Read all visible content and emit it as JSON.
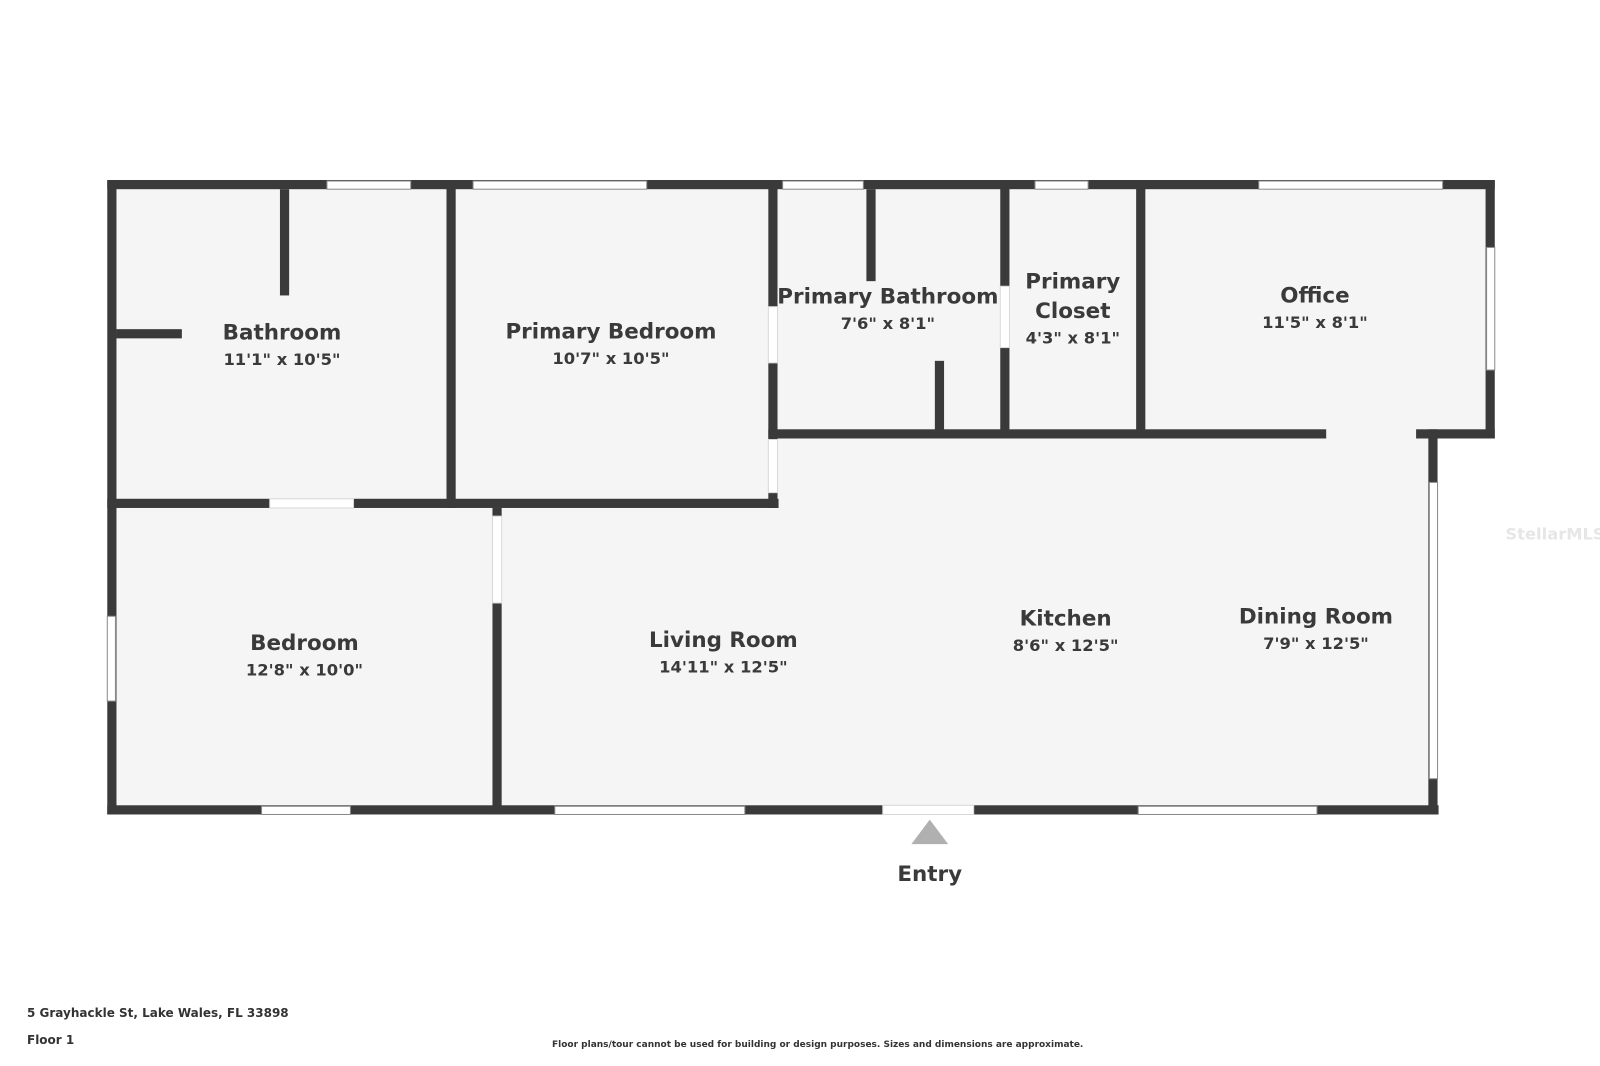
{
  "rooms": [
    {
      "name": "Bathroom",
      "dims": "11'1\" x 10'5\""
    },
    {
      "name": "Primary Bedroom",
      "dims": "10'7\" x 10'5\""
    },
    {
      "name": "Primary Bathroom",
      "dims": "7'6\" x 8'1\""
    },
    {
      "name_line1": "Primary",
      "name_line2": "Closet",
      "dims": "4'3\" x 8'1\""
    },
    {
      "name": "Office",
      "dims": "11'5\" x 8'1\""
    },
    {
      "name": "Bedroom",
      "dims": "12'8\" x 10'0\""
    },
    {
      "name": "Living Room",
      "dims": "14'11\" x 12'5\""
    },
    {
      "name": "Kitchen",
      "dims": "8'6\" x 12'5\""
    },
    {
      "name": "Dining Room",
      "dims": "7'9\" x 12'5\""
    }
  ],
  "entry_label": "Entry",
  "watermark": "StellarMLS",
  "footer": {
    "address": "5 Grayhackle St, Lake Wales, FL 33898",
    "floor": "Floor 1",
    "disclaimer": "Floor plans/tour cannot be used for building or design purposes. Sizes and dimensions are approximate."
  },
  "colors": {
    "wall": "#3a3a3a",
    "floor": "#f5f5f5",
    "entry_arrow": "#b0b0b0"
  }
}
